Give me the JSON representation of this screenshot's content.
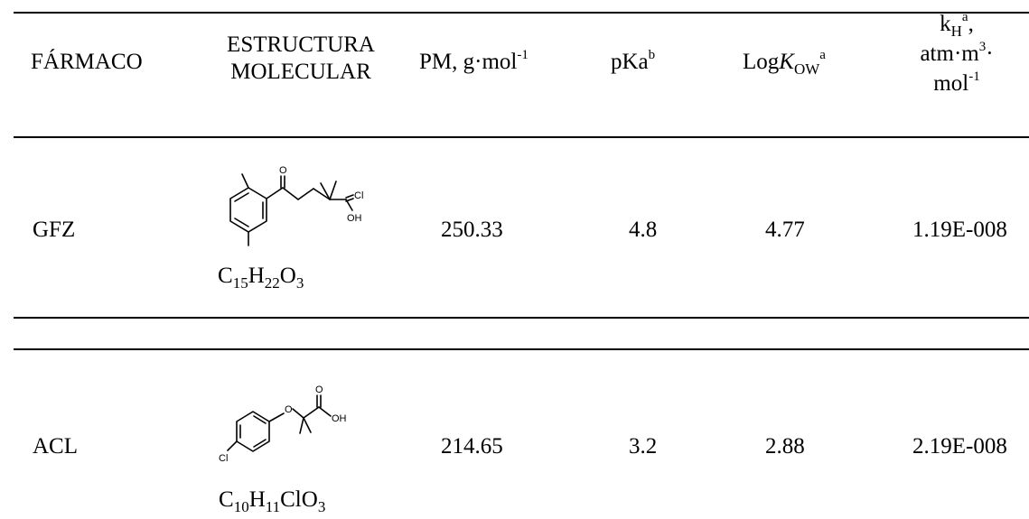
{
  "table": {
    "headers": {
      "farmaco": "FÁRMACO",
      "estructura_1": "ESTRUCTURA",
      "estructura_2": "MOLECULAR",
      "pm_text": "PM, g·mol",
      "pm_sup": "-1",
      "pka_text": "pKa",
      "pka_sup": "b",
      "logkow_log": "Log",
      "logkow_k": "K",
      "logkow_sub": "OW",
      "logkow_sup": "a",
      "kh_k": "k",
      "kh_sub": "H",
      "kh_sup": "a",
      "kh_comma": ",",
      "kh_line2": "atm·m",
      "kh_line2_sup": "3",
      "kh_line2_end": "·",
      "kh_line3": "mol",
      "kh_line3_sup": "-1"
    },
    "rows": [
      {
        "farmaco": "GFZ",
        "formula": [
          {
            "t": "C"
          },
          {
            "s": "15"
          },
          {
            "t": "H"
          },
          {
            "s": "22"
          },
          {
            "t": "O"
          },
          {
            "s": "3"
          }
        ],
        "atoms": {
          "o": "O",
          "cl": "Cl",
          "oh": "OH"
        },
        "pm": "250.33",
        "pka": "4.8",
        "logkow": "4.77",
        "kh": "1.19E-008"
      },
      {
        "farmaco": "ACL",
        "formula": [
          {
            "t": "C"
          },
          {
            "s": "10"
          },
          {
            "t": "H"
          },
          {
            "s": "11"
          },
          {
            "t": "ClO"
          },
          {
            "s": "3"
          }
        ],
        "atoms": {
          "o_ether": "O",
          "o_carbonyl": "O",
          "oh": "OH",
          "cl": "Cl"
        },
        "pm": "214.65",
        "pka": "3.2",
        "logkow": "2.88",
        "kh": "2.19E-008"
      }
    ]
  }
}
